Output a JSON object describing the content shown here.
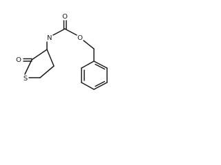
{
  "molecule": {
    "atoms": {
      "carbonyl_oxygen": "O",
      "amide_nitrogen": "N",
      "ester_oxygen": "O",
      "lactone_oxygen": "O",
      "sulfur": "S"
    }
  }
}
